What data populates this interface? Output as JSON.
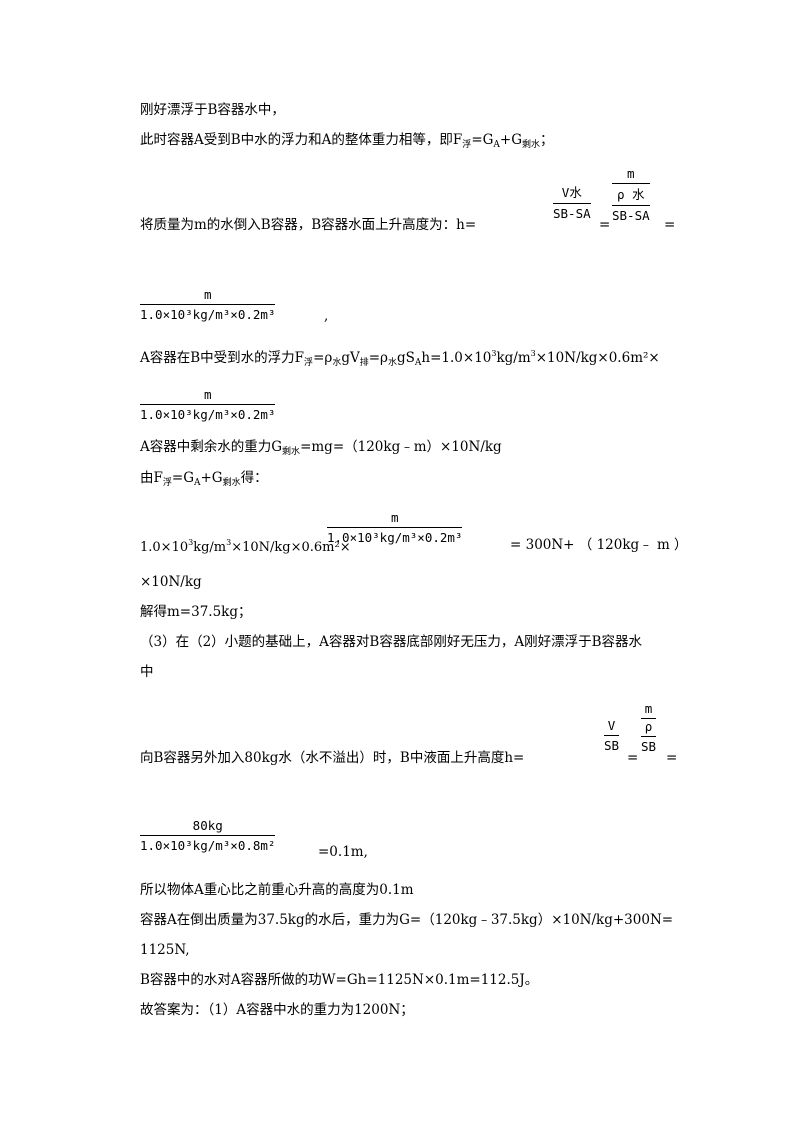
{
  "lines": {
    "l1": "刚好漂浮于B容器水中，",
    "l2a": "此时容器A受到B中水的浮力和A的整体重力相等，即F",
    "l2_sub_float": "浮",
    "l2b": "=G",
    "l2_sub_A": "A",
    "l2c": "+G",
    "l2_sub_rem": "剩水",
    "l2d": "；",
    "l3_text": "将质量为m的水倒入B容器，B容器水面上升高度为：h=",
    "l3_eq1": "=",
    "l3_eq2": "=",
    "frac1_num": "V水",
    "frac1_den": "SB-SA",
    "frac2_num_top": "m",
    "frac2_num_bot": "ρ 水",
    "frac2_den": "SB-SA",
    "frac3_num": "m",
    "frac3_den": "1.0×10³kg/m³×0.2m³",
    "frac3_tail": ",",
    "l4a": "A容器在B中受到水的浮力F",
    "l4_sub_float": "浮",
    "l4b": "=ρ",
    "l4_sub_water": "水",
    "l4c": "gV",
    "l4_sub_disp": "排",
    "l4d": "=ρ",
    "l4_sub_water2": "水",
    "l4e": "gS",
    "l4_sub_A": "A",
    "l4f": "h=1.0×10",
    "l4_sup3": "3",
    "l4g": "kg/m",
    "l4_sup3b": "3",
    "l4h": "×10N/kg×0.6m²×",
    "frac4_num": "m",
    "frac4_den": "1.0×10³kg/m³×0.2m³",
    "l5a": "A容器中剩余水的重力G",
    "l5_sub": "剩水",
    "l5b": "=mg=（120kg﹣m）×10N/kg",
    "l6a": "由F",
    "l6_sub_float": "浮",
    "l6b": "=G",
    "l6_sub_A": "A",
    "l6c": "+G",
    "l6_sub_rem": "剩水",
    "l6d": "得：",
    "l7a": "1.0×10",
    "l7_sup3": "3",
    "l7b": "kg/m",
    "l7_sup3b": "3",
    "l7c": "×10N/kg×0.6m²×",
    "frac5_num": "m",
    "frac5_den": "1.0×10³kg/m³×0.2m³",
    "l7d": "= 300N+ （ 120kg﹣ m ）",
    "l8": "×10N/kg",
    "l9": "解得m=37.5kg；",
    "l10": "（3）在（2）小题的基础上，A容器对B容器底部刚好无压力，A刚好漂浮于B容器水",
    "l11": "中",
    "l12_text": "向B容器另外加入80kg水（水不溢出）时，B中液面上升高度h=",
    "l12_eq1": "=",
    "l12_eq2": "=",
    "frac6_num": "V",
    "frac6_den": "SB",
    "frac7_num_top": "m",
    "frac7_num_bot": "ρ",
    "frac7_den": "SB",
    "frac8_num": "80kg",
    "frac8_den": "1.0×10³kg/m³×0.8m²",
    "frac8_tail": "=0.1m,",
    "l13": "所以物体A重心比之前重心升高的高度为0.1m",
    "l14": "容器A在倒出质量为37.5kg的水后，重力为G=（120kg﹣37.5kg）×10N/kg+300N=",
    "l15": "1125N,",
    "l16": "B容器中的水对A容器所做的功W=Gh=1125N×0.1m=112.5J。",
    "l17": "故答案为：（1）A容器中水的重力为1200N；"
  }
}
